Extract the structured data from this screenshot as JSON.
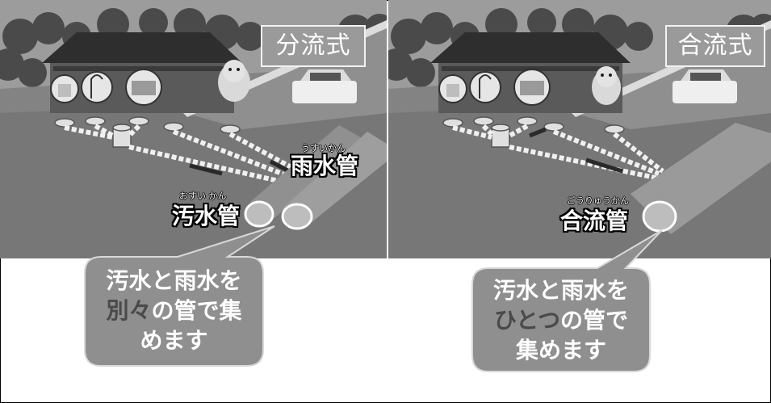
{
  "left_panel": {
    "method_label": "分流式",
    "pipe_upper": {
      "furigana": "うすいかん",
      "label": "雨水管"
    },
    "pipe_lower": {
      "furigana": "おすい かん",
      "label": "汚水管"
    },
    "callout": {
      "line1": "汚水と雨水を",
      "line2_highlight": "別々",
      "line2_rest": "の管で集",
      "line3": "めます"
    }
  },
  "right_panel": {
    "method_label": "合流式",
    "pipe": {
      "furigana": "ごうりゅうかん",
      "label": "合流管"
    },
    "callout": {
      "line1": "汚水と雨水を",
      "line2_highlight": "ひとつ",
      "line2_rest": "の管で",
      "line3": "集めます"
    }
  },
  "colors": {
    "label_box": "#9a9a9a",
    "callout_fill": "#8f8f8f",
    "highlight_text": "#4a4a4a"
  }
}
